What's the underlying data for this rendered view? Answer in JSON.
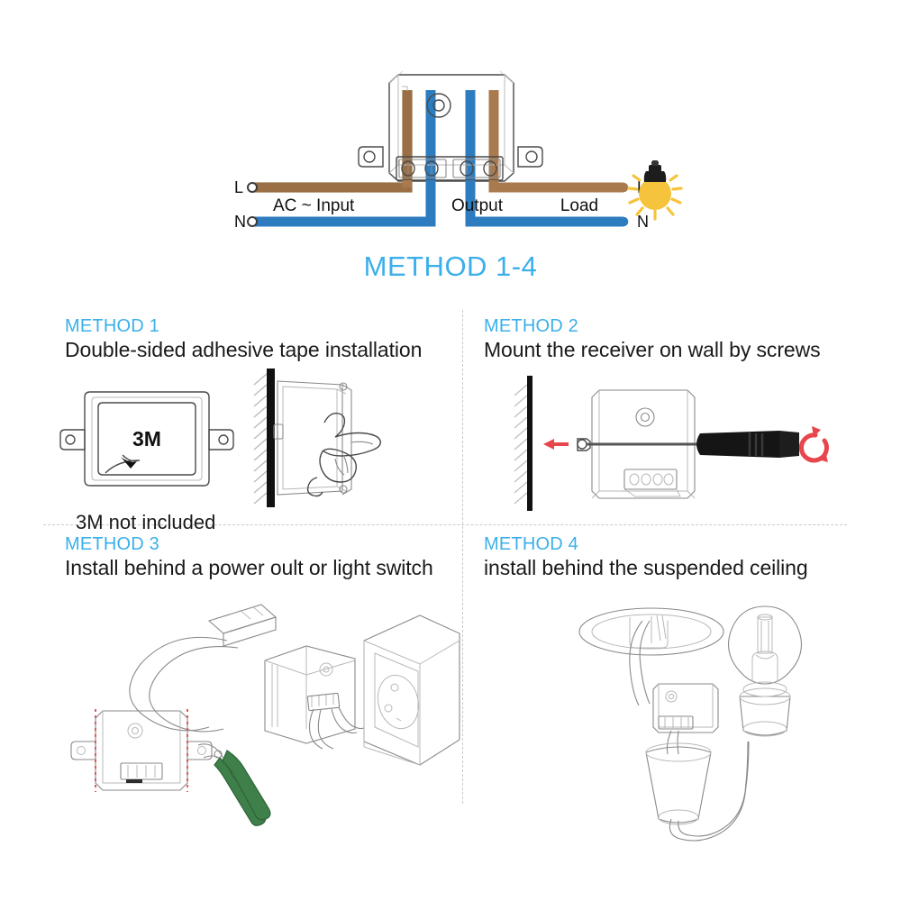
{
  "diagram": {
    "main_title": "METHOD 1-4",
    "title_color": "#3BAFEA",
    "wiring": {
      "left_top_label": "L",
      "left_bottom_label": "N",
      "right_top_label": "L",
      "right_bottom_label": "N",
      "input_label": "AC ~ Input",
      "output_label": "Output",
      "load_label": "Load",
      "live_wire_color": "#A87A4E",
      "neutral_wire_color": "#2E7CC0",
      "bulb_color": "#F5C43C",
      "bulb_cap_color": "#1d1d1d",
      "bulb_icon": "light-bulb-icon"
    }
  },
  "methods": [
    {
      "id": "method-1",
      "head": "METHOD 1",
      "sub": "Double-sided adhesive tape installation",
      "tape_label": "3M",
      "caption": "3M not included",
      "art_name": "adhesive-tape-installation-illustration"
    },
    {
      "id": "method-2",
      "head": "METHOD 2",
      "sub": "Mount the receiver on wall by screws",
      "caption": "",
      "art_name": "screw-mount-illustration",
      "arrow_color": "#E8464C",
      "rotate_icon": "rotate-arrows-icon",
      "screwdriver_color": "#151515"
    },
    {
      "id": "method-3",
      "head": "METHOD 3",
      "sub": "Install behind a power oult or light switch",
      "caption": "",
      "art_name": "behind-outlet-illustration",
      "pliers_color": "#3E7F4A",
      "cut-line_color": "#E05B5B"
    },
    {
      "id": "method-4",
      "head": "METHOD 4",
      "sub": "install behind the suspended ceiling",
      "caption": "",
      "art_name": "suspended-ceiling-illustration"
    }
  ]
}
